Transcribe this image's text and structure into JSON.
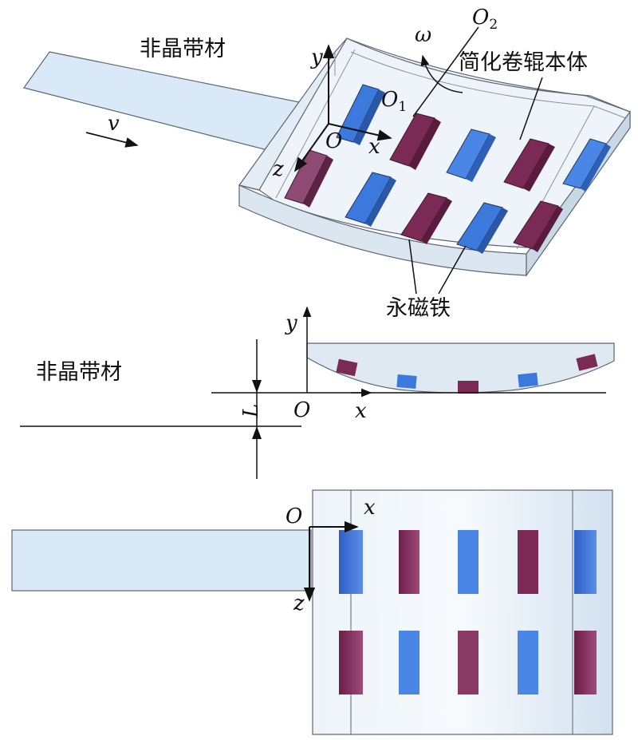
{
  "labels": {
    "strip": "非晶带材",
    "roller_body": "简化卷辊本体",
    "magnets": "永磁铁",
    "omega": "ω",
    "v": "v",
    "O": "O",
    "O1": "O",
    "O1_sub": "1",
    "O2": "O",
    "O2_sub": "2",
    "x": "x",
    "y": "y",
    "z": "z",
    "L": "L"
  },
  "colors": {
    "roller_fill": "#dfe9f2",
    "roller_edge": "#5c6670",
    "strip_fill": "#d9e9f7",
    "magnet_blue": "#3c79dd",
    "magnet_purple": "#7b2a55",
    "axis": "#111111"
  }
}
